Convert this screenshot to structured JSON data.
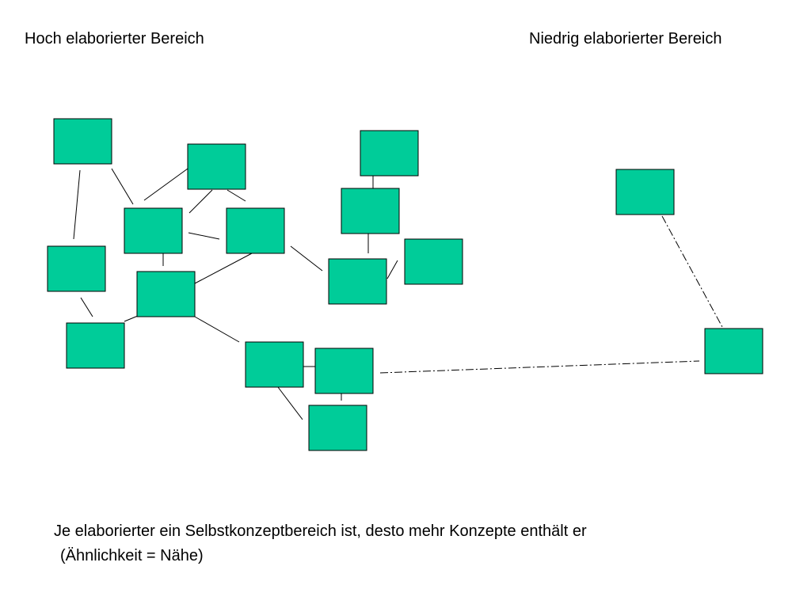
{
  "headings": {
    "high": "Hoch elaborierter Bereich",
    "low": "Niedrig elaborierter Bereich"
  },
  "caption": {
    "line1": "Je elaborierter ein Selbstkonzeptbereich ist, desto mehr Konzepte enthält er",
    "line2": "(Ähnlichkeit = Nähe)"
  },
  "colors": {
    "node_fill": "#00cc99",
    "node_stroke": "#000000",
    "edge": "#000000"
  }
}
